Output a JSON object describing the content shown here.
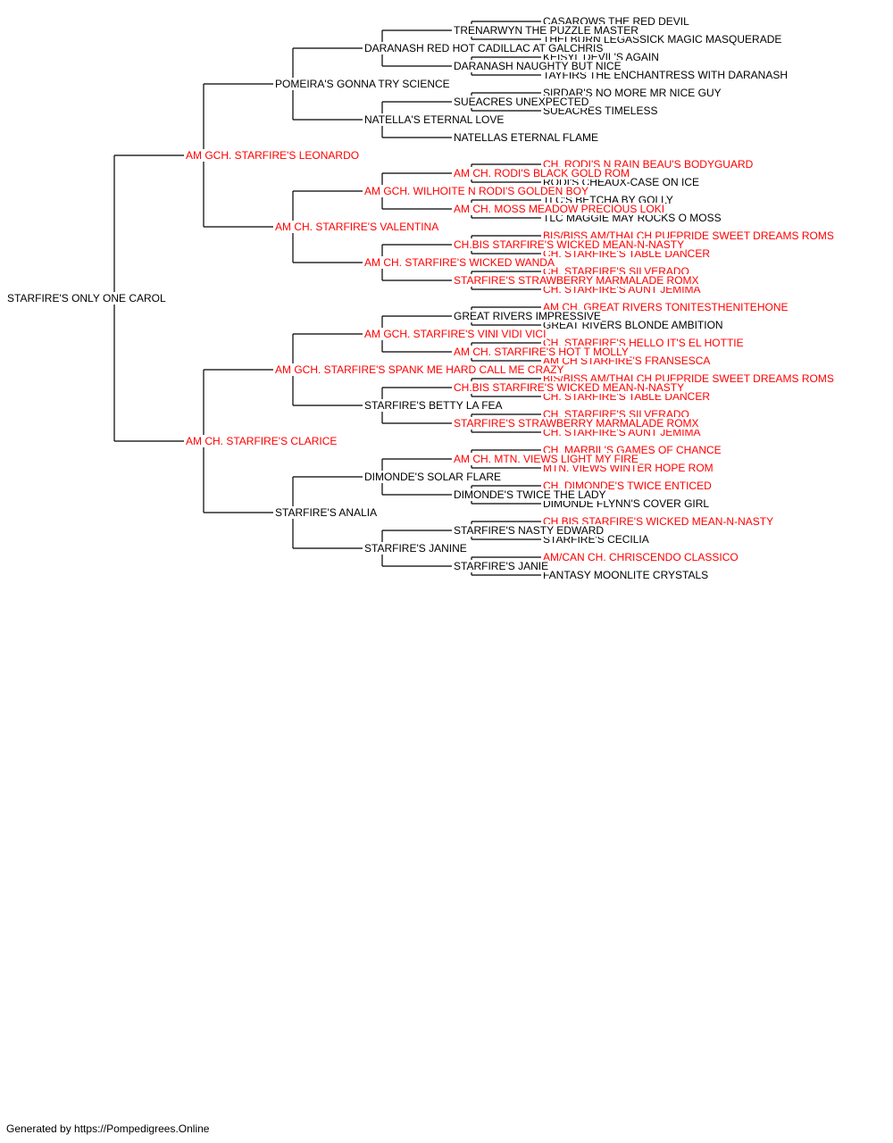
{
  "colors": {
    "titled": "#ff0000",
    "untitled": "#000000",
    "connector": "#000000"
  },
  "footer": "Generated by https://Pompedigrees.Online",
  "pedigree": {
    "name": "STARFIRE'S ONLY ONE CAROL",
    "titled": false,
    "sire": {
      "name": "AM GCH. STARFIRE'S LEONARDO",
      "titled": true,
      "sire": {
        "name": "POMEIRA'S GONNA TRY SCIENCE",
        "titled": false,
        "sire": {
          "name": "DARANASH RED HOT CADILLAC AT GALCHRIS",
          "titled": false,
          "sire": {
            "name": "TRENARWYN THE PUZZLE MASTER",
            "titled": false,
            "sire": {
              "name": "CASAROWS THE RED DEVIL",
              "titled": false
            },
            "dam": {
              "name": "THELBURN LEGASSICK MAGIC MASQUERADE",
              "titled": false
            }
          },
          "dam": {
            "name": "DARANASH NAUGHTY BUT NICE",
            "titled": false,
            "sire": {
              "name": "KEISYL DEVIL'S AGAIN",
              "titled": false
            },
            "dam": {
              "name": "TAYFIRS THE ENCHANTRESS WITH DARANASH",
              "titled": false
            }
          }
        },
        "dam": {
          "name": "NATELLA'S ETERNAL LOVE",
          "titled": false,
          "sire": {
            "name": "SUEACRES UNEXPECTED",
            "titled": false,
            "sire": {
              "name": "SIRDAR'S NO MORE MR NICE GUY",
              "titled": false
            },
            "dam": {
              "name": "SUEACRES TIMELESS",
              "titled": false
            }
          },
          "dam": {
            "name": "NATELLAS ETERNAL FLAME",
            "titled": false
          }
        }
      },
      "dam": {
        "name": "AM CH. STARFIRE'S VALENTINA",
        "titled": true,
        "sire": {
          "name": "AM GCH. WILHOITE N RODI'S GOLDEN BOY",
          "titled": true,
          "sire": {
            "name": "AM CH. RODI'S BLACK GOLD ROM",
            "titled": true,
            "sire": {
              "name": "CH. RODI'S N RAIN BEAU'S BODYGUARD",
              "titled": true
            },
            "dam": {
              "name": "RODI'S CHEAUX-CASE ON ICE",
              "titled": false
            }
          },
          "dam": {
            "name": "AM CH. MOSS MEADOW PRECIOUS LOKI",
            "titled": true,
            "sire": {
              "name": "TLC'S BETCHA BY GOLLY",
              "titled": false
            },
            "dam": {
              "name": "TLC MAGGIE MAY ROCKS O MOSS",
              "titled": false
            }
          }
        },
        "dam": {
          "name": "AM CH. STARFIRE'S WICKED WANDA",
          "titled": true,
          "sire": {
            "name": "CH.BIS STARFIRE'S WICKED MEAN-N-NASTY",
            "titled": true,
            "sire": {
              "name": "BIS/BISS AM/THAI CH PUFPRIDE SWEET DREAMS ROMS",
              "titled": true
            },
            "dam": {
              "name": "CH. STARFIRE'S TABLE DANCER",
              "titled": true
            }
          },
          "dam": {
            "name": "STARFIRE'S STRAWBERRY MARMALADE ROMX",
            "titled": true,
            "sire": {
              "name": "CH. STARFIRE'S SILVERADO",
              "titled": true
            },
            "dam": {
              "name": "CH. STARFIRE'S AUNT JEMIMA",
              "titled": true
            }
          }
        }
      }
    },
    "dam": {
      "name": "AM CH. STARFIRE'S CLARICE",
      "titled": true,
      "sire": {
        "name": "AM GCH. STARFIRE'S SPANK ME HARD CALL ME CRAZY",
        "titled": true,
        "sire": {
          "name": "AM GCH. STARFIRE'S VINI VIDI VICI",
          "titled": true,
          "sire": {
            "name": "GREAT RIVERS IMPRESSIVE",
            "titled": false,
            "sire": {
              "name": "AM CH. GREAT RIVERS TONITESTHENITEHONE",
              "titled": true
            },
            "dam": {
              "name": "GREAT RIVERS BLONDE AMBITION",
              "titled": false
            }
          },
          "dam": {
            "name": "AM CH. STARFIRE'S HOT T MOLLY",
            "titled": true,
            "sire": {
              "name": "CH. STARFIRE'S HELLO IT'S EL HOTTIE",
              "titled": true
            },
            "dam": {
              "name": "AM CH STARFIRE'S FRANSESCA",
              "titled": true
            }
          }
        },
        "dam": {
          "name": "STARFIRE'S BETTY LA FEA",
          "titled": false,
          "sire": {
            "name": "CH.BIS STARFIRE'S WICKED MEAN-N-NASTY",
            "titled": true,
            "sire": {
              "name": "BIS/BISS AM/THAI CH PUFPRIDE SWEET DREAMS ROMS",
              "titled": true
            },
            "dam": {
              "name": "CH. STARFIRE'S TABLE DANCER",
              "titled": true
            }
          },
          "dam": {
            "name": "STARFIRE'S STRAWBERRY MARMALADE ROMX",
            "titled": true,
            "sire": {
              "name": "CH. STARFIRE'S SILVERADO",
              "titled": true
            },
            "dam": {
              "name": "CH. STARFIRE'S AUNT JEMIMA",
              "titled": true
            }
          }
        }
      },
      "dam": {
        "name": "STARFIRE'S ANALIA",
        "titled": false,
        "sire": {
          "name": "DIMONDE'S SOLAR FLARE",
          "titled": false,
          "sire": {
            "name": "AM CH. MTN. VIEWS LIGHT MY FIRE",
            "titled": true,
            "sire": {
              "name": "CH. MARBIL'S GAMES OF CHANCE",
              "titled": true
            },
            "dam": {
              "name": "MTN. VIEWS WINTER HOPE ROM",
              "titled": true
            }
          },
          "dam": {
            "name": "DIMONDE'S TWICE THE LADY",
            "titled": false,
            "sire": {
              "name": "CH. DIMONDE'S TWICE ENTICED",
              "titled": true
            },
            "dam": {
              "name": "DIMONDE FLYNN'S COVER GIRL",
              "titled": false
            }
          }
        },
        "dam": {
          "name": "STARFIRE'S JANINE",
          "titled": false,
          "sire": {
            "name": "STARFIRE'S NASTY EDWARD",
            "titled": false,
            "sire": {
              "name": "CH.BIS STARFIRE'S WICKED MEAN-N-NASTY",
              "titled": true
            },
            "dam": {
              "name": "STARFIRE'S CECILIA",
              "titled": false
            }
          },
          "dam": {
            "name": "STARFIRE'S JANIE",
            "titled": false,
            "dam": {
              "name": "AM/CAN CH. CHRISCENDO CLASSICO",
              "titled": true
            },
            "dam2": {
              "name": "FANTASY MOONLITE CRYSTALS",
              "titled": false
            }
          }
        }
      }
    }
  }
}
